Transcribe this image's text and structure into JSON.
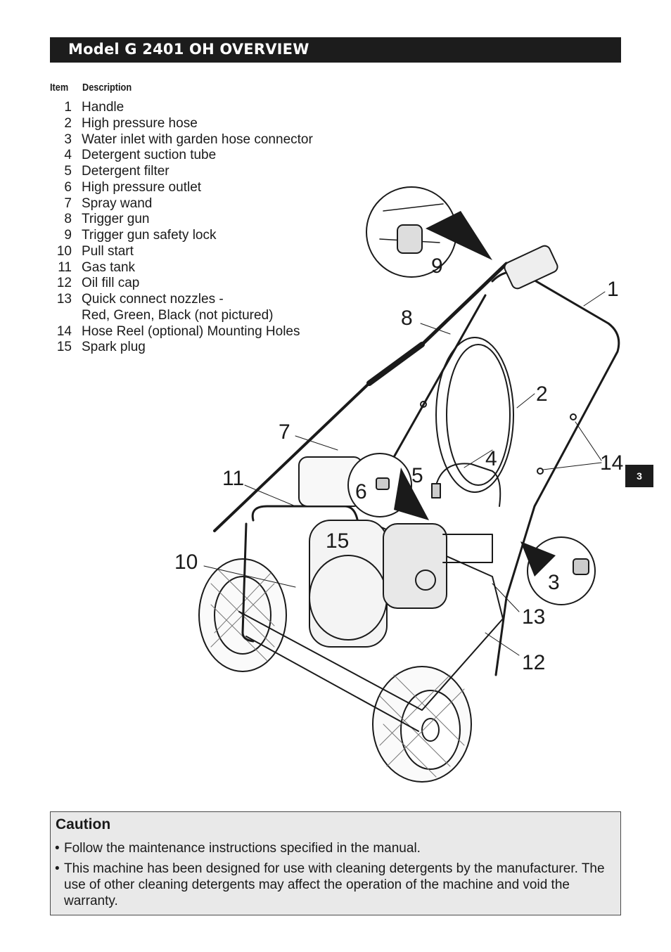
{
  "header": {
    "title": "Model G 2401 OH  OVERVIEW"
  },
  "columns": {
    "item": "Item",
    "description": "Description"
  },
  "items": [
    {
      "num": "1",
      "desc": "Handle"
    },
    {
      "num": "2",
      "desc": "High pressure hose"
    },
    {
      "num": "3",
      "desc": "Water inlet with garden hose connector"
    },
    {
      "num": "4",
      "desc": "Detergent suction tube"
    },
    {
      "num": "5",
      "desc": "Detergent filter"
    },
    {
      "num": "6",
      "desc": "High pressure outlet"
    },
    {
      "num": "7",
      "desc": "Spray wand"
    },
    {
      "num": "8",
      "desc": "Trigger gun"
    },
    {
      "num": "9",
      "desc": "Trigger gun safety lock"
    },
    {
      "num": "10",
      "desc": "Pull start"
    },
    {
      "num": "11",
      "desc": "Gas tank"
    },
    {
      "num": "12",
      "desc": "Oil fill cap"
    },
    {
      "num": "13",
      "desc": "Quick connect nozzles -",
      "desc2": "Red, Green, Black (not pictured)"
    },
    {
      "num": "14",
      "desc": "Hose  Reel (optional) Mounting Holes"
    },
    {
      "num": "15",
      "desc": "Spark plug"
    }
  ],
  "callouts": [
    "1",
    "2",
    "3",
    "4",
    "5",
    "6",
    "7",
    "8",
    "9",
    "10",
    "11",
    "12",
    "13",
    "14",
    "15"
  ],
  "page_tab": "3",
  "caution": {
    "title": "Caution",
    "bullets": [
      "Follow the maintenance instructions specified in the manual.",
      "This machine has been designed for use with cleaning detergents by the manufacturer. The use of other cleaning detergents may affect the operation of the machine and void the warranty."
    ]
  }
}
